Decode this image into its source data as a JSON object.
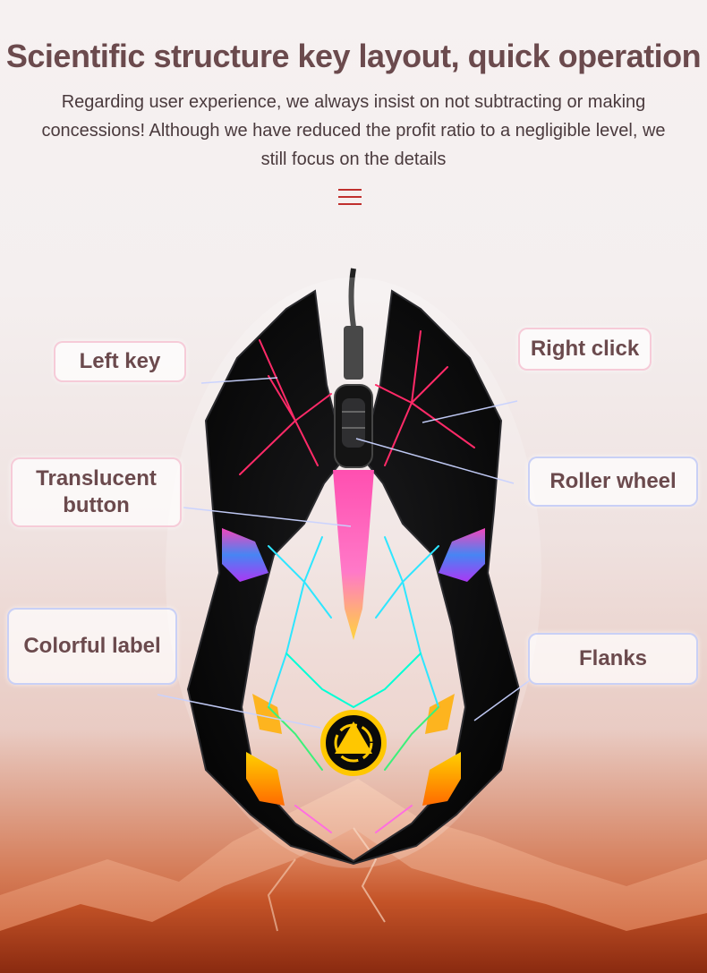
{
  "header": {
    "title": "Scientific structure key layout, quick operation",
    "description": "Regarding user experience, we always insist on not subtracting or making concessions! Although we have reduced the profit ratio to a negligible level, we still focus on the details",
    "menu_icon": "menu-icon"
  },
  "labels": {
    "left_key": "Left key",
    "right_click": "Right click",
    "translucent_button": "Translucent button",
    "roller_wheel": "Roller wheel",
    "colorful_label": "Colorful label",
    "flanks": "Flanks"
  },
  "colors": {
    "title": "#6b4a4d",
    "accent": "#c0302e",
    "label_border_pink": "#f6c8d6",
    "label_border_blue": "#c6cef6"
  }
}
